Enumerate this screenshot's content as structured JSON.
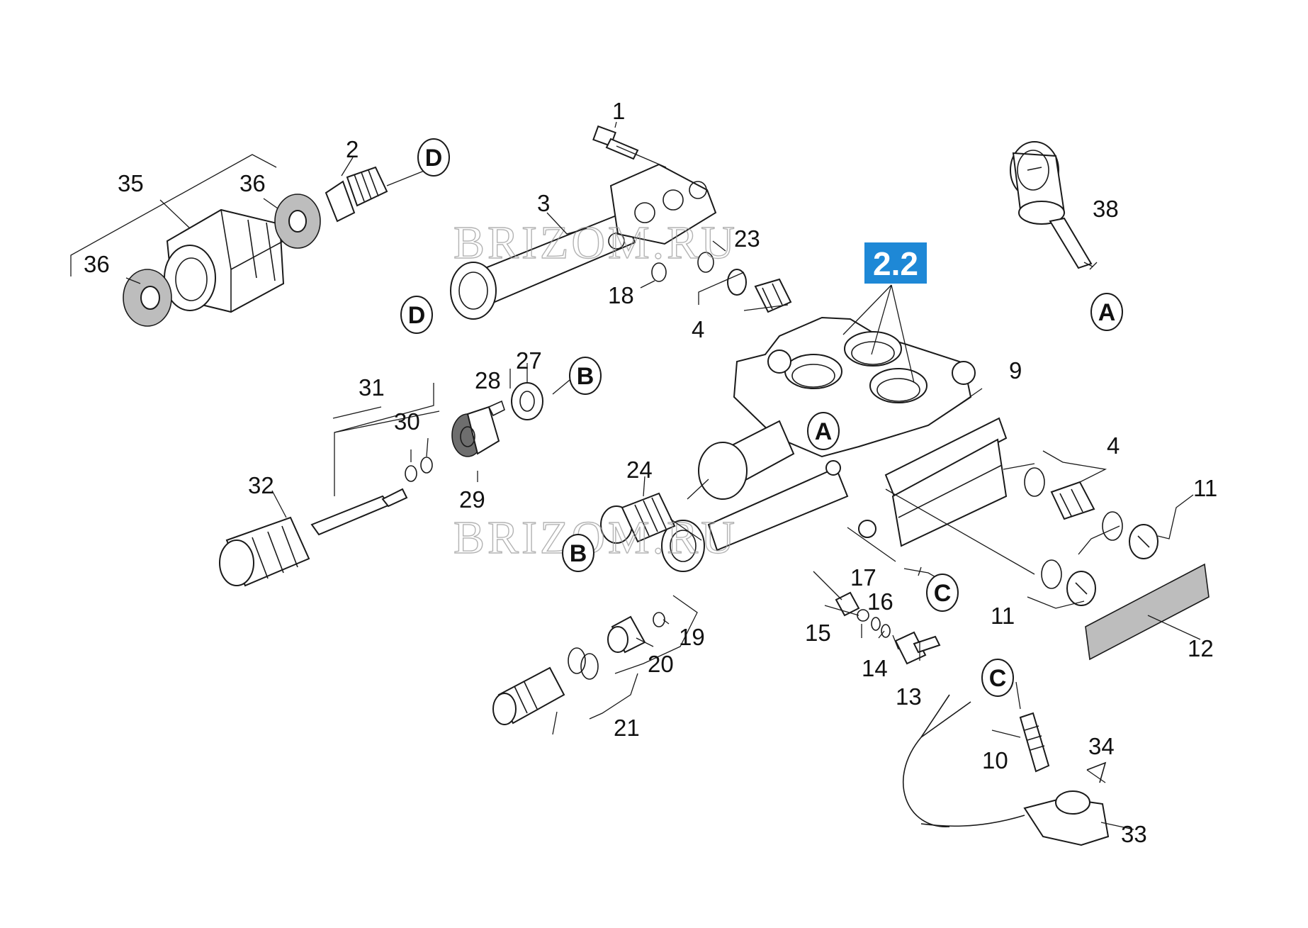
{
  "diagram": {
    "highlight_label": "2.2",
    "watermark": "BRIZOM.RU",
    "part_numbers": [
      "1",
      "2",
      "3",
      "4",
      "4",
      "9",
      "10",
      "11",
      "11",
      "12",
      "13",
      "14",
      "15",
      "16",
      "17",
      "18",
      "19",
      "20",
      "21",
      "23",
      "24",
      "27",
      "28",
      "29",
      "30",
      "31",
      "32",
      "33",
      "34",
      "35",
      "36",
      "36",
      "38"
    ],
    "connector_refs": [
      "A",
      "A",
      "B",
      "B",
      "C",
      "C",
      "D",
      "D"
    ]
  }
}
